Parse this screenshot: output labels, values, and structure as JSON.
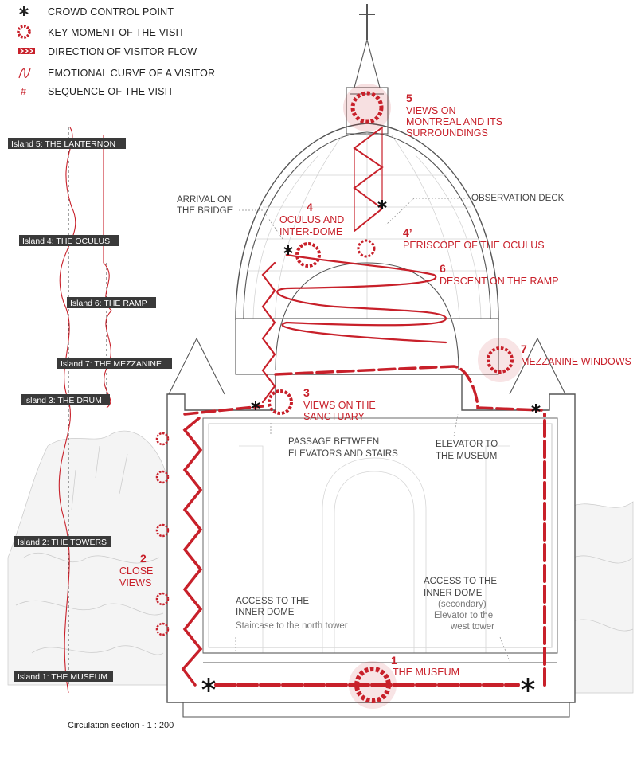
{
  "legend": {
    "crowd": "CROWD CONTROL POINT",
    "key": "KEY MOMENT OF THE VISIT",
    "flow": "DIRECTION OF VISITOR FLOW",
    "curve": "EMOTIONAL CURVE OF A VISITOR",
    "seq_symbol": "#",
    "seq": "SEQUENCE OF THE VISIT"
  },
  "islands": {
    "i5": "Island 5: THE LANTERNON",
    "i4": "Island 4: THE OCULUS",
    "i6": "Island 6: THE RAMP",
    "i7": "Island 7: THE MEZZANINE",
    "i3": "Island 3: THE  DRUM",
    "i2": "Island 2: THE TOWERS",
    "i1": "Island 1: THE MUSEUM"
  },
  "moments": {
    "m5_num": "5",
    "m5_l1": "VIEWS ON",
    "m5_l2": "MONTREAL AND ITS",
    "m5_l3": "SURROUNDINGS",
    "m4_num": "4",
    "m4_l1": "OCULUS AND",
    "m4_l2": "INTER-DOME",
    "m4p_num": "4’",
    "m4p_l1": "PERISCOPE OF THE OCULUS",
    "m6_num": "6",
    "m6_l1": "DESCENT ON THE RAMP",
    "m7_num": "7",
    "m7_l1": "MEZZANINE WINDOWS",
    "m3_num": "3",
    "m3_l1": "VIEWS ON THE",
    "m3_l2": "SANCTUARY",
    "m2_num": "2",
    "m2_l1": "CLOSE",
    "m2_l2": "VIEWS",
    "m1_num": "1",
    "m1_l1": "THE MUSEUM"
  },
  "notes": {
    "arrival_l1": "ARRIVAL ON",
    "arrival_l2": "THE BRIDGE",
    "obs": "OBSERVATION DECK",
    "passage_l1": "PASSAGE BETWEEN",
    "passage_l2": "ELEVATORS AND STAIRS",
    "elev_l1": "ELEVATOR TO",
    "elev_l2": "THE MUSEUM",
    "acc_n_l1": "ACCESS TO THE",
    "acc_n_l2": "INNER DOME",
    "acc_n_l3": "Staircase to the north tower",
    "acc_w_l1": "ACCESS TO THE",
    "acc_w_l2": "INNER DOME",
    "acc_w_l3": "(secondary)",
    "acc_w_l4": "Elevator to the",
    "acc_w_l5": "west tower"
  },
  "caption": "Circulation section - 1 : 200",
  "colors": {
    "accent": "#c8202a",
    "line": "#555555",
    "faint": "#bdbdbd",
    "tag_bg": "#3a3a3a"
  }
}
